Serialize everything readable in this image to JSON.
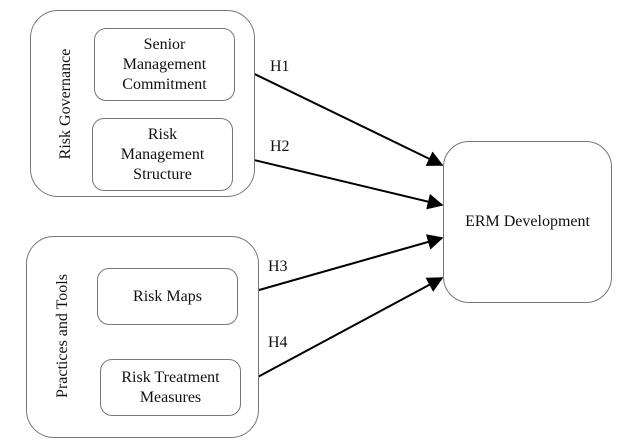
{
  "groups": {
    "risk_governance": {
      "label": "Risk Governance",
      "items": [
        "Senior\nManagement\nCommitment",
        "Risk\nManagement\nStructure"
      ]
    },
    "practices_tools": {
      "label": "Practices and Tools",
      "items": [
        "Risk Maps",
        "Risk Treatment\nMeasures"
      ]
    }
  },
  "outcome": {
    "label": "ERM Development"
  },
  "hypotheses": [
    "H1",
    "H2",
    "H3",
    "H4"
  ]
}
